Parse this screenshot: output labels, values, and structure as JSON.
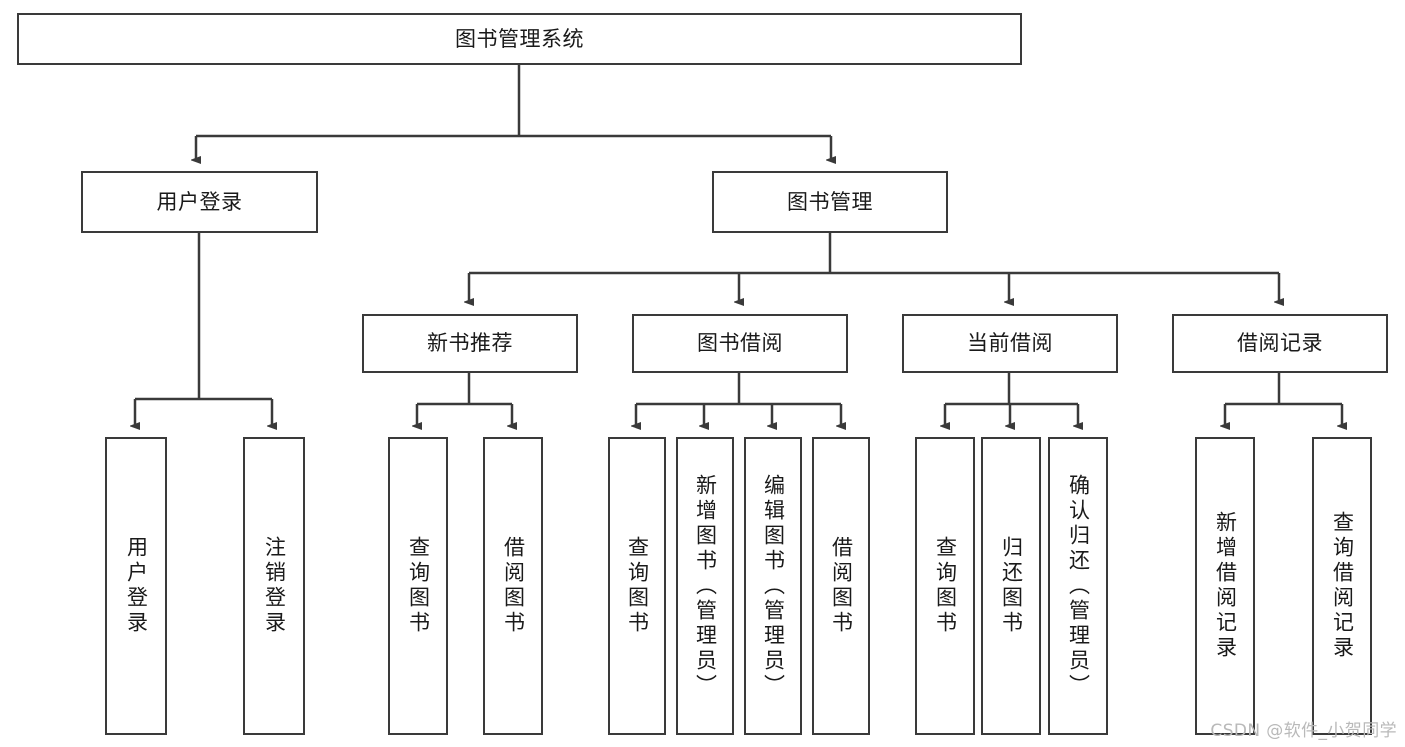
{
  "diagram": {
    "title": "图书管理系统",
    "stroke_color": "#3a3a3a",
    "fill_color": "#ffffff",
    "text_color": "#1a1a1a"
  },
  "root": {
    "label": "图书管理系统"
  },
  "level2": [
    {
      "label": "用户登录"
    },
    {
      "label": "图书管理"
    }
  ],
  "level3": [
    {
      "label": "新书推荐"
    },
    {
      "label": "图书借阅"
    },
    {
      "label": "当前借阅"
    },
    {
      "label": "借阅记录"
    }
  ],
  "leaves": {
    "user_login": [
      {
        "label": "用户登录"
      },
      {
        "label": "注销登录"
      }
    ],
    "new_book_recommend": [
      {
        "label": "查询图书"
      },
      {
        "label": "借阅图书"
      }
    ],
    "book_borrow": [
      {
        "label": "查询图书"
      },
      {
        "label": "新增图书（管理员）"
      },
      {
        "label": "编辑图书（管理员）"
      },
      {
        "label": "借阅图书"
      }
    ],
    "current_borrow": [
      {
        "label": "查询图书"
      },
      {
        "label": "归还图书"
      },
      {
        "label": "确认归还（管理员）"
      }
    ],
    "borrow_record": [
      {
        "label": "新增借阅记录"
      },
      {
        "label": "查询借阅记录"
      }
    ]
  },
  "watermark": {
    "text": "CSDN @软件_小贺同学"
  }
}
